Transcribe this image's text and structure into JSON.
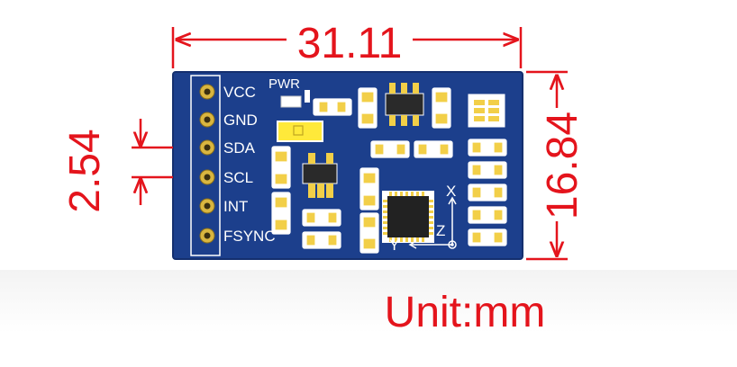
{
  "dimensions": {
    "width_label": "31.11",
    "height_label": "16.84",
    "pitch_label": "2.54",
    "unit_label": "Unit:mm"
  },
  "pins": [
    {
      "label": "VCC"
    },
    {
      "label": "GND"
    },
    {
      "label": "SDA"
    },
    {
      "label": "SCL"
    },
    {
      "label": "INT"
    },
    {
      "label": "FSYNC"
    }
  ],
  "silkscreen": {
    "power_led_label": "PWR",
    "axis_x_label": "X",
    "axis_y_label": "Y",
    "axis_z_label": "Z"
  },
  "colors": {
    "board": "#1c3f8c",
    "board_edge": "#142f6e",
    "dimension": "#e4141c",
    "silkscreen": "#ffffff",
    "pad": "#f2cf48",
    "led": "#ffe93a"
  }
}
